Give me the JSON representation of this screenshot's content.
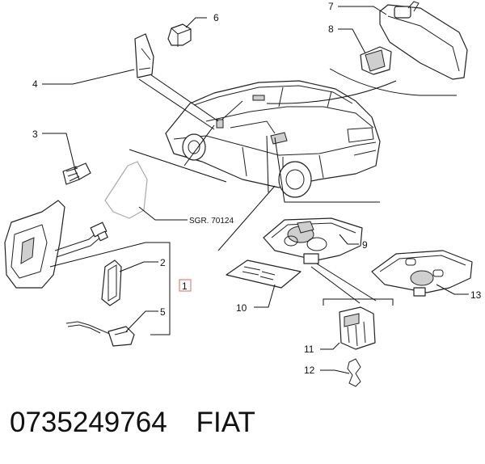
{
  "diagram": {
    "callouts": [
      "1",
      "2",
      "3",
      "4",
      "5",
      "6",
      "7",
      "8",
      "9",
      "10",
      "11",
      "12",
      "13"
    ],
    "reference_label": "SGR. 70124"
  },
  "footer": {
    "part_number": "0735249764",
    "brand": "FIAT"
  },
  "colors": {
    "line": "#222222",
    "highlight_box": "#e08080",
    "background": "#ffffff"
  }
}
